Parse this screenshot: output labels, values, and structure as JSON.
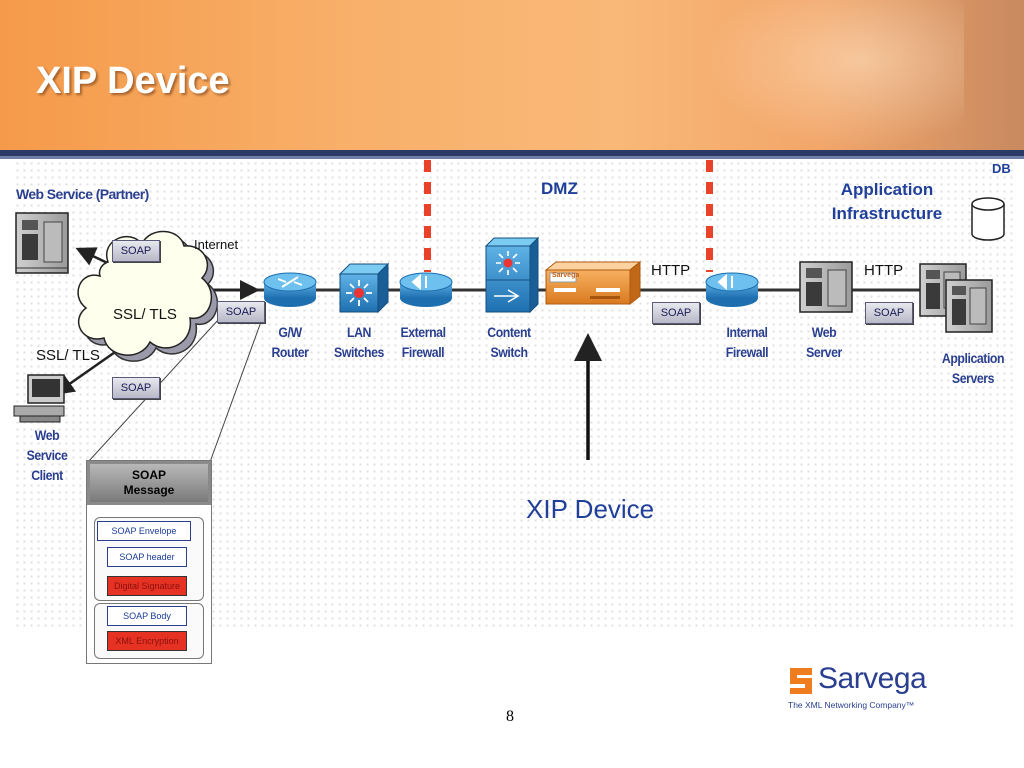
{
  "title": "XIP Device",
  "labels": {
    "web_service_partner": "Web Service (Partner)",
    "internet": "Internet",
    "ssl_tls_cloud": "SSL/ TLS",
    "ssl_tls_side": "SSL/ TLS",
    "web_service_client": [
      "Web",
      "Service",
      "Client"
    ],
    "gw_router": [
      "G/W",
      "Router"
    ],
    "lan_switches": [
      "LAN",
      "Switches"
    ],
    "external_firewall": [
      "External",
      "Firewall"
    ],
    "content_switch": [
      "Content",
      "Switch"
    ],
    "internal_firewall": [
      "Internal",
      "Firewall"
    ],
    "web_server": [
      "Web",
      "Server"
    ],
    "application_servers": [
      "Application",
      "Servers"
    ],
    "dmz": "DMZ",
    "application_infrastructure": [
      "Application",
      "Infrastructure"
    ],
    "db": "DB",
    "http_left": "HTTP",
    "http_right": "HTTP",
    "xip_device": "XIP Device",
    "device_brand": "Sarvega"
  },
  "soap_tags": [
    "SOAP",
    "SOAP",
    "SOAP",
    "SOAP",
    "SOAP"
  ],
  "soap_message": {
    "header": [
      "SOAP",
      "Message"
    ],
    "envelope": "SOAP Envelope",
    "header_item": "SOAP header",
    "signature": "Digital Signature",
    "body": "SOAP Body",
    "encryption": "XML Encryption"
  },
  "logo": {
    "name": "Sarvega",
    "tagline": "The XML Networking Company™"
  },
  "page_number": "8",
  "colors": {
    "accent_blue": "#1f3f99",
    "dmz_red": "#e8432a",
    "header_orange": "#f59a4a",
    "device_blue": "#2f8fcf"
  },
  "icons": [
    "server-icon",
    "desktop-computer-icon",
    "cloud-icon",
    "router-icon",
    "switch-icon",
    "firewall-icon",
    "content-switch-icon",
    "xip-appliance-icon",
    "database-icon"
  ]
}
